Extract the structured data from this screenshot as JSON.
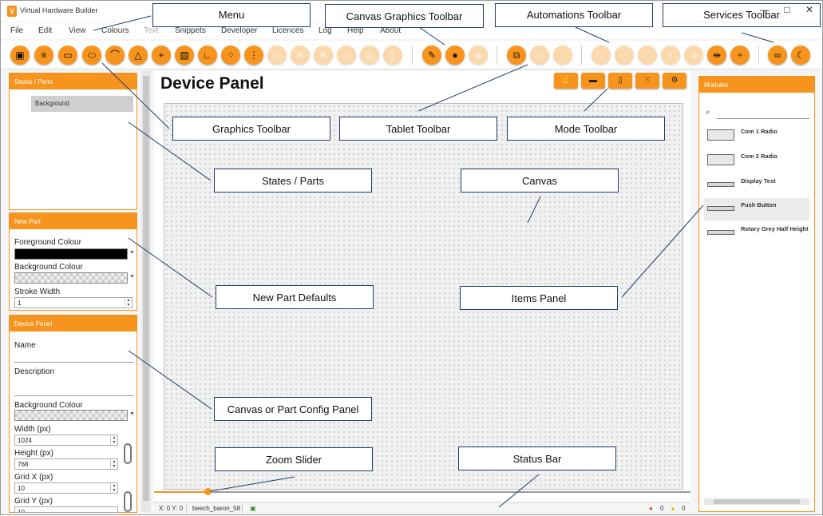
{
  "window": {
    "title": "Virtual Hardware Builder",
    "minimize": "—",
    "maximize": "□",
    "close": "✕",
    "app_icon": "V"
  },
  "menu": [
    "File",
    "Edit",
    "View",
    "Colours",
    "Text",
    "Snippets",
    "Developer",
    "Licences",
    "Log",
    "Help",
    "About"
  ],
  "menu_disabled": [
    "Text"
  ],
  "toolbar_icons": {
    "graphics": [
      "image-icon",
      "text-block-icon",
      "rectangle-icon",
      "ellipse-icon",
      "arc-icon",
      "triangle-icon",
      "cross-icon",
      "hatch-icon",
      "corner-icon",
      "dot-grid-icon",
      "dot-column-icon"
    ],
    "graphics_disabled": [
      "button-shape-icon",
      "light-icon",
      "star-icon",
      "dial-icon",
      "slot-icon",
      "barcode-icon"
    ],
    "canvas_graphics": [
      "pencil-icon",
      "fill-circle-icon"
    ],
    "canvas_graphics_disabled": [
      "paint-bucket-icon"
    ],
    "tablet": [
      "tablet-layout-icon"
    ],
    "tablet_disabled": [
      "cast-icon",
      "tablet-icon"
    ],
    "automations_disabled": [
      "info-icon",
      "dots-icon",
      "dot-grid-icon",
      "columns-icon",
      "layers-icon"
    ],
    "automations": [
      "split-horizontal-icon",
      "split-vertical-icon"
    ],
    "services": [
      "binoculars-icon",
      "night-mode-icon"
    ]
  },
  "states_panel": {
    "title": "States / Parts",
    "items": [
      "Background"
    ]
  },
  "new_part_panel": {
    "title": "New  Part",
    "foreground_label": "Foreground Colour",
    "background_label": "Background Colour",
    "stroke_label": "Stroke Width",
    "stroke_value": "1"
  },
  "device_panel_cfg": {
    "title": "Device Panel",
    "name_label": "Name",
    "description_label": "Description",
    "background_label": "Background Colour",
    "width_label": "Width (px)",
    "width_value": "1024",
    "height_label": "Height (px)",
    "height_value": "768",
    "gridx_label": "Grid X (px)",
    "gridx_value": "10",
    "gridy_label": "Grid Y (px)",
    "gridy_value": "10"
  },
  "canvas": {
    "title": "Device Panel",
    "mode_buttons": [
      "touch-icon",
      "ruler-icon",
      "frame-icon",
      "grid-icon",
      "gear-icon"
    ],
    "zoom_fraction": 0.1
  },
  "statusbar": {
    "coords": "X: 0 Y: 0",
    "file": "beech_baron_58",
    "errors": "0",
    "warnings": "0"
  },
  "modules_panel": {
    "title": "Modules",
    "search_icon": "search-icon",
    "items": [
      "Com 1 Radio",
      "Com 2 Radio",
      "Display Test",
      "Push Button",
      "Rotary Grey Half Height"
    ]
  },
  "callouts": {
    "menu": "Menu",
    "canvas_graphics_toolbar": "Canvas Graphics Toolbar",
    "automations_toolbar": "Automations Toolbar",
    "services_toolbar": "Services Toolbar",
    "graphics_toolbar": "Graphics Toolbar",
    "tablet_toolbar": "Tablet Toolbar",
    "mode_toolbar": "Mode Toolbar",
    "states_parts": "States / Parts",
    "canvas": "Canvas",
    "new_part_defaults": "New Part Defaults",
    "items_panel": "Items Panel",
    "config_panel": "Canvas or Part Config Panel",
    "zoom_slider": "Zoom Slider",
    "status_bar": "Status Bar"
  },
  "colors": {
    "accent": "#f7941d",
    "callout_border": "#1f3e6b",
    "error": "#e53935",
    "warning": "#f2c200"
  }
}
